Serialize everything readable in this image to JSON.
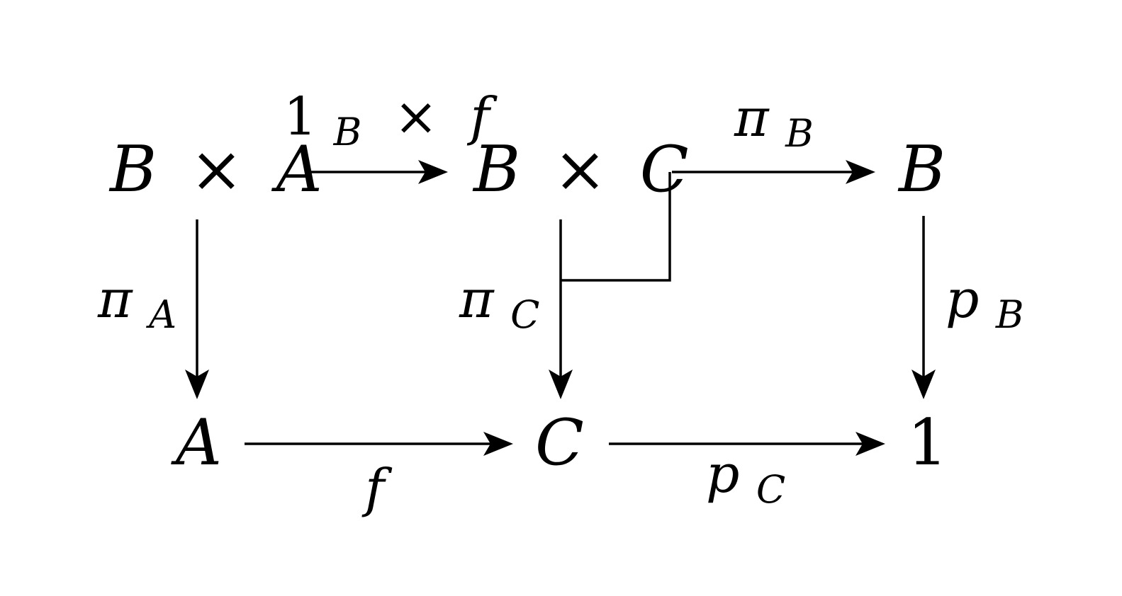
{
  "objects": {
    "b_times_a": {
      "left": "B",
      "op": "×",
      "right": "A"
    },
    "b_times_c": {
      "left": "B",
      "op": "×",
      "right": "C"
    },
    "b": "B",
    "a": "A",
    "c": "C",
    "one": "1"
  },
  "morphisms": {
    "one_b_times_f": {
      "base": "1",
      "sub": "B",
      "op": "×",
      "fn": "f"
    },
    "pi_b": {
      "base": "π",
      "sub": "B"
    },
    "pi_a": {
      "base": "π",
      "sub": "A"
    },
    "pi_c": {
      "base": "π",
      "sub": "C"
    },
    "p_b": {
      "base": "p",
      "sub": "B"
    },
    "f": "f",
    "p_c": {
      "base": "p",
      "sub": "C"
    }
  },
  "pullback_corner": true,
  "colors": {
    "ink": "#000000",
    "background": "#ffffff"
  }
}
